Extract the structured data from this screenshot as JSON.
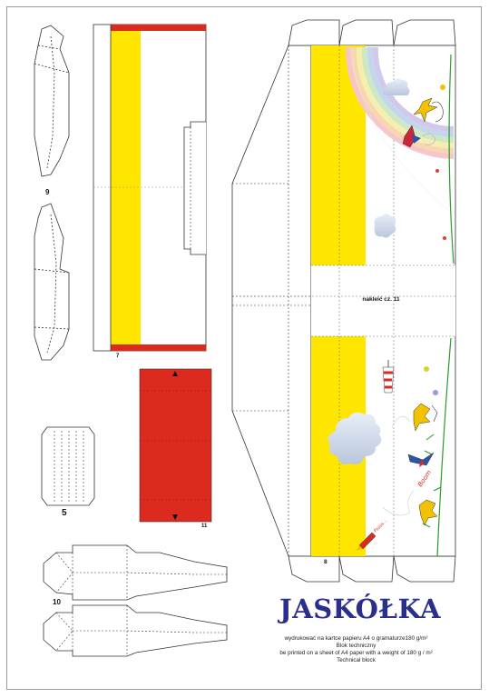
{
  "title": "JASKÓŁKA",
  "notes": {
    "line1": "wydrukować na kartce papieru A4 o gramaturze180 g/m²",
    "line2": "Blok techniczny",
    "line3": "be printed on a sheet of A4 paper with a weight of 180 g / m²",
    "line4": "Technical block"
  },
  "glue_label": "nakleić cz. 11",
  "parts": {
    "p9": "9",
    "p7": "7",
    "p5": "5",
    "p11": "11",
    "p10": "10",
    "p8": "8"
  },
  "drawings": {
    "boom": "Boom",
    "pssss": "Pssss..."
  },
  "colors": {
    "red": "#dd2a1e",
    "yellow": "#ffe600",
    "title_blue": "#2a2e8c",
    "stem_green": "#2a9a2a"
  }
}
